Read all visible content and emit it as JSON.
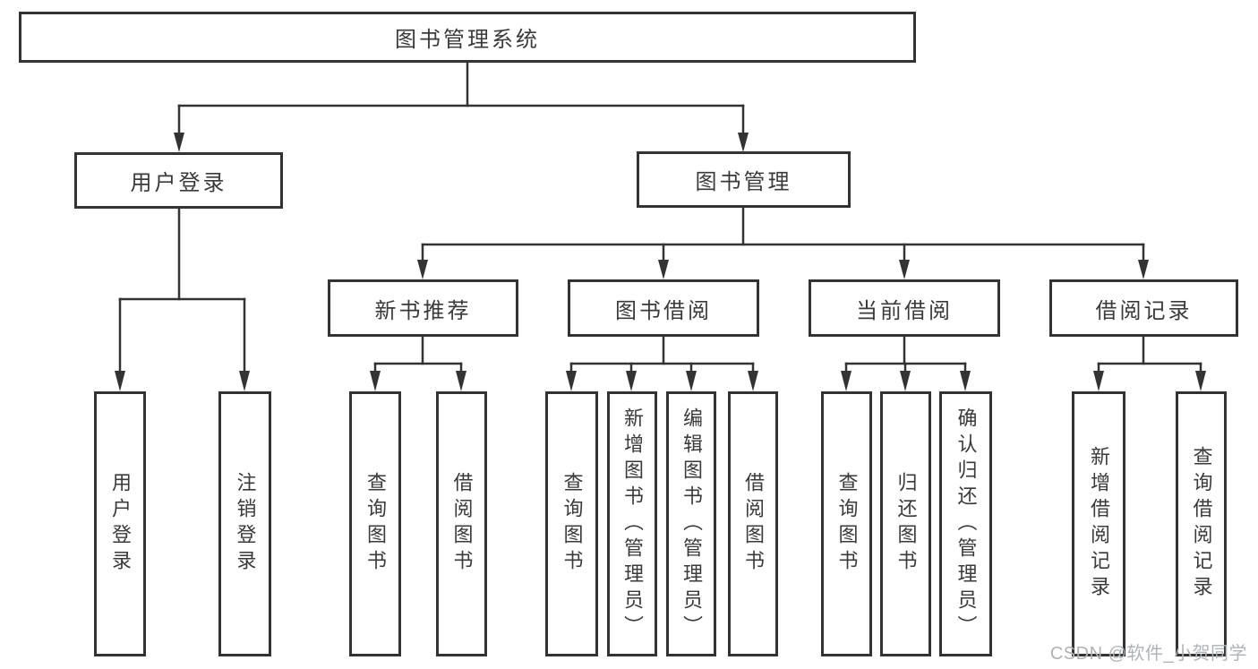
{
  "diagram": {
    "type": "tree",
    "root": {
      "label": "图书管理系统",
      "children": [
        {
          "label": "用户登录",
          "children": [
            {
              "label": "用户登录"
            },
            {
              "label": "注销登录"
            }
          ]
        },
        {
          "label": "图书管理",
          "children": [
            {
              "label": "新书推荐",
              "children": [
                {
                  "label": "查询图书"
                },
                {
                  "label": "借阅图书"
                }
              ]
            },
            {
              "label": "图书借阅",
              "children": [
                {
                  "label": "查询图书"
                },
                {
                  "label": "新增图书（管理员）"
                },
                {
                  "label": "编辑图书（管理员）"
                },
                {
                  "label": "借阅图书"
                }
              ]
            },
            {
              "label": "当前借阅",
              "children": [
                {
                  "label": "查询图书"
                },
                {
                  "label": "归还图书"
                },
                {
                  "label": "确认归还（管理员）"
                }
              ]
            },
            {
              "label": "借阅记录",
              "children": [
                {
                  "label": "新增借阅记录"
                },
                {
                  "label": "查询借阅记录"
                }
              ]
            }
          ]
        }
      ]
    }
  },
  "watermark": "CSDN @软件_小贺同学",
  "colors": {
    "line": "#333333",
    "text": "#3a3a3a",
    "box_background": "#ffffff",
    "page_background": "#ffffff",
    "watermark": "#b0b3b6"
  }
}
